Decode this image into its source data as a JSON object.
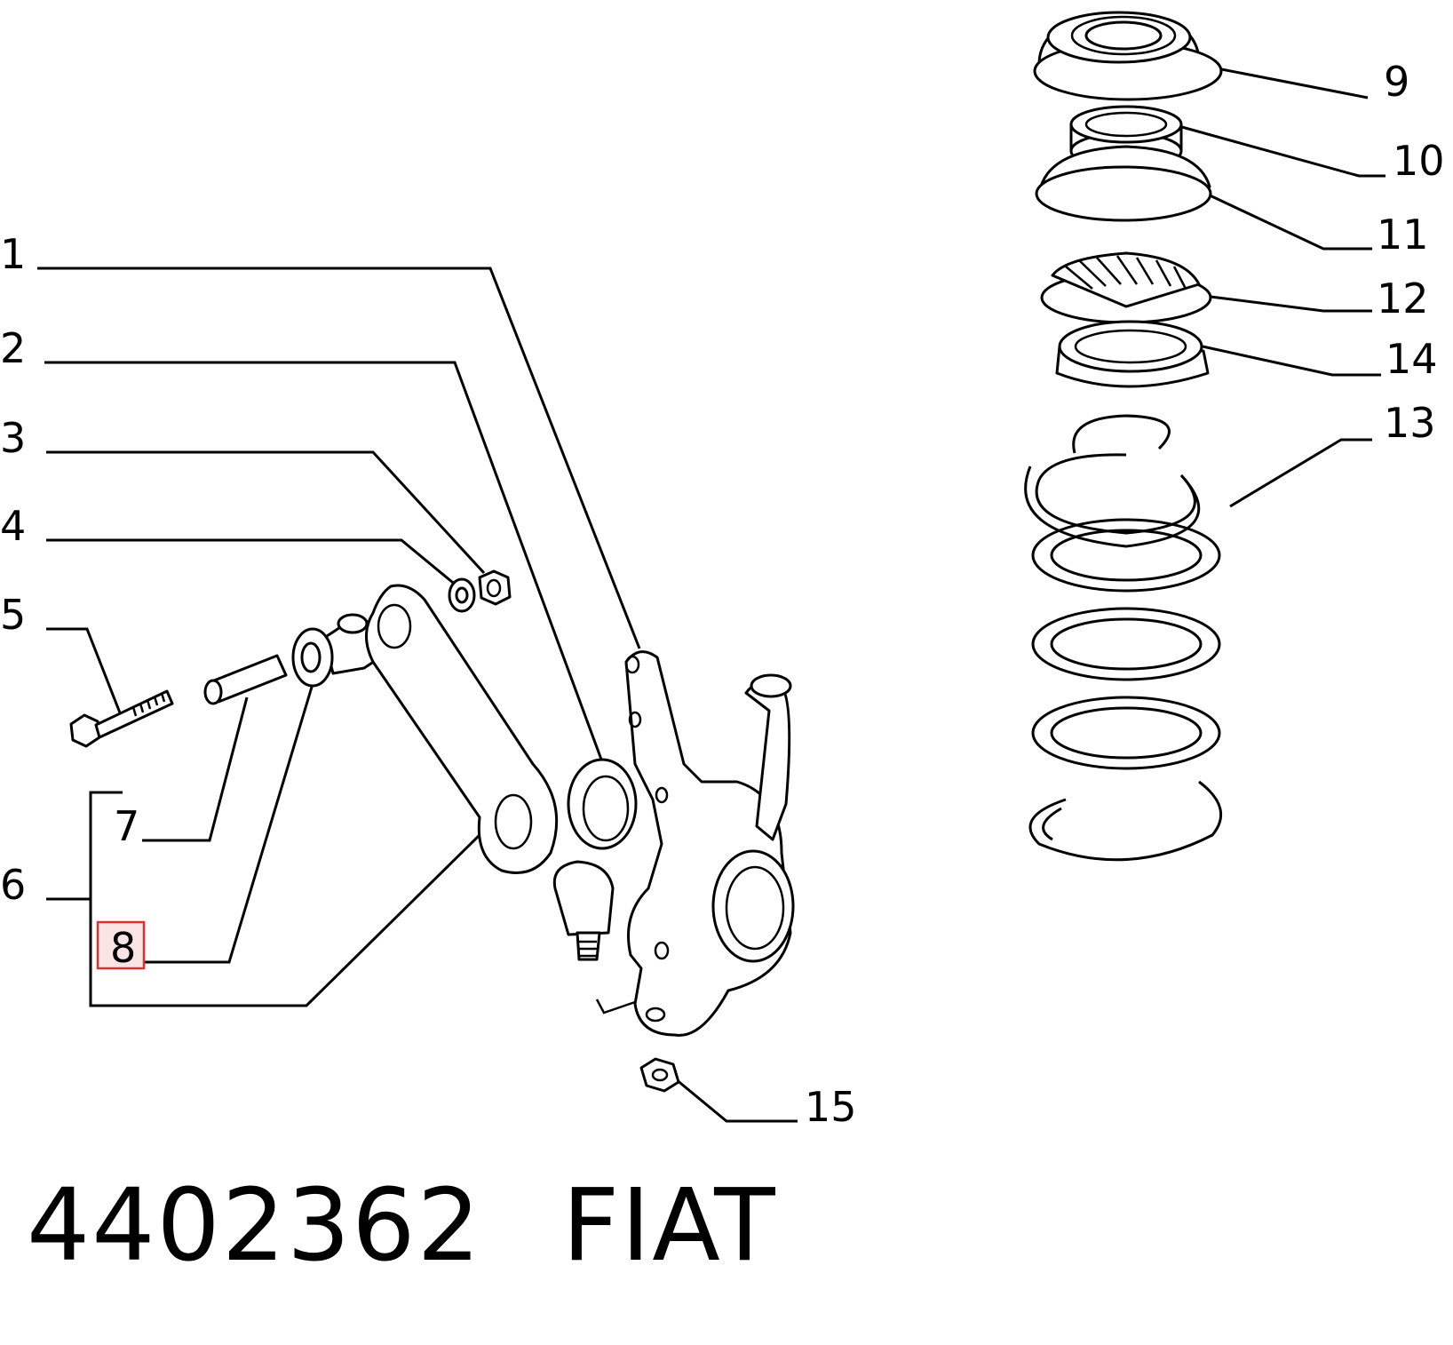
{
  "callouts": {
    "c1": "1",
    "c2": "2",
    "c3": "3",
    "c4": "4",
    "c5": "5",
    "c6": "6",
    "c7": "7",
    "c8": "8",
    "c9": "9",
    "c10": "10",
    "c11": "11",
    "c12": "12",
    "c13": "13",
    "c14": "14",
    "c15": "15"
  },
  "highlight": {
    "label": "8",
    "color": "#e03030"
  },
  "caption": {
    "part_number": "4402362",
    "brand": "FIAT"
  }
}
